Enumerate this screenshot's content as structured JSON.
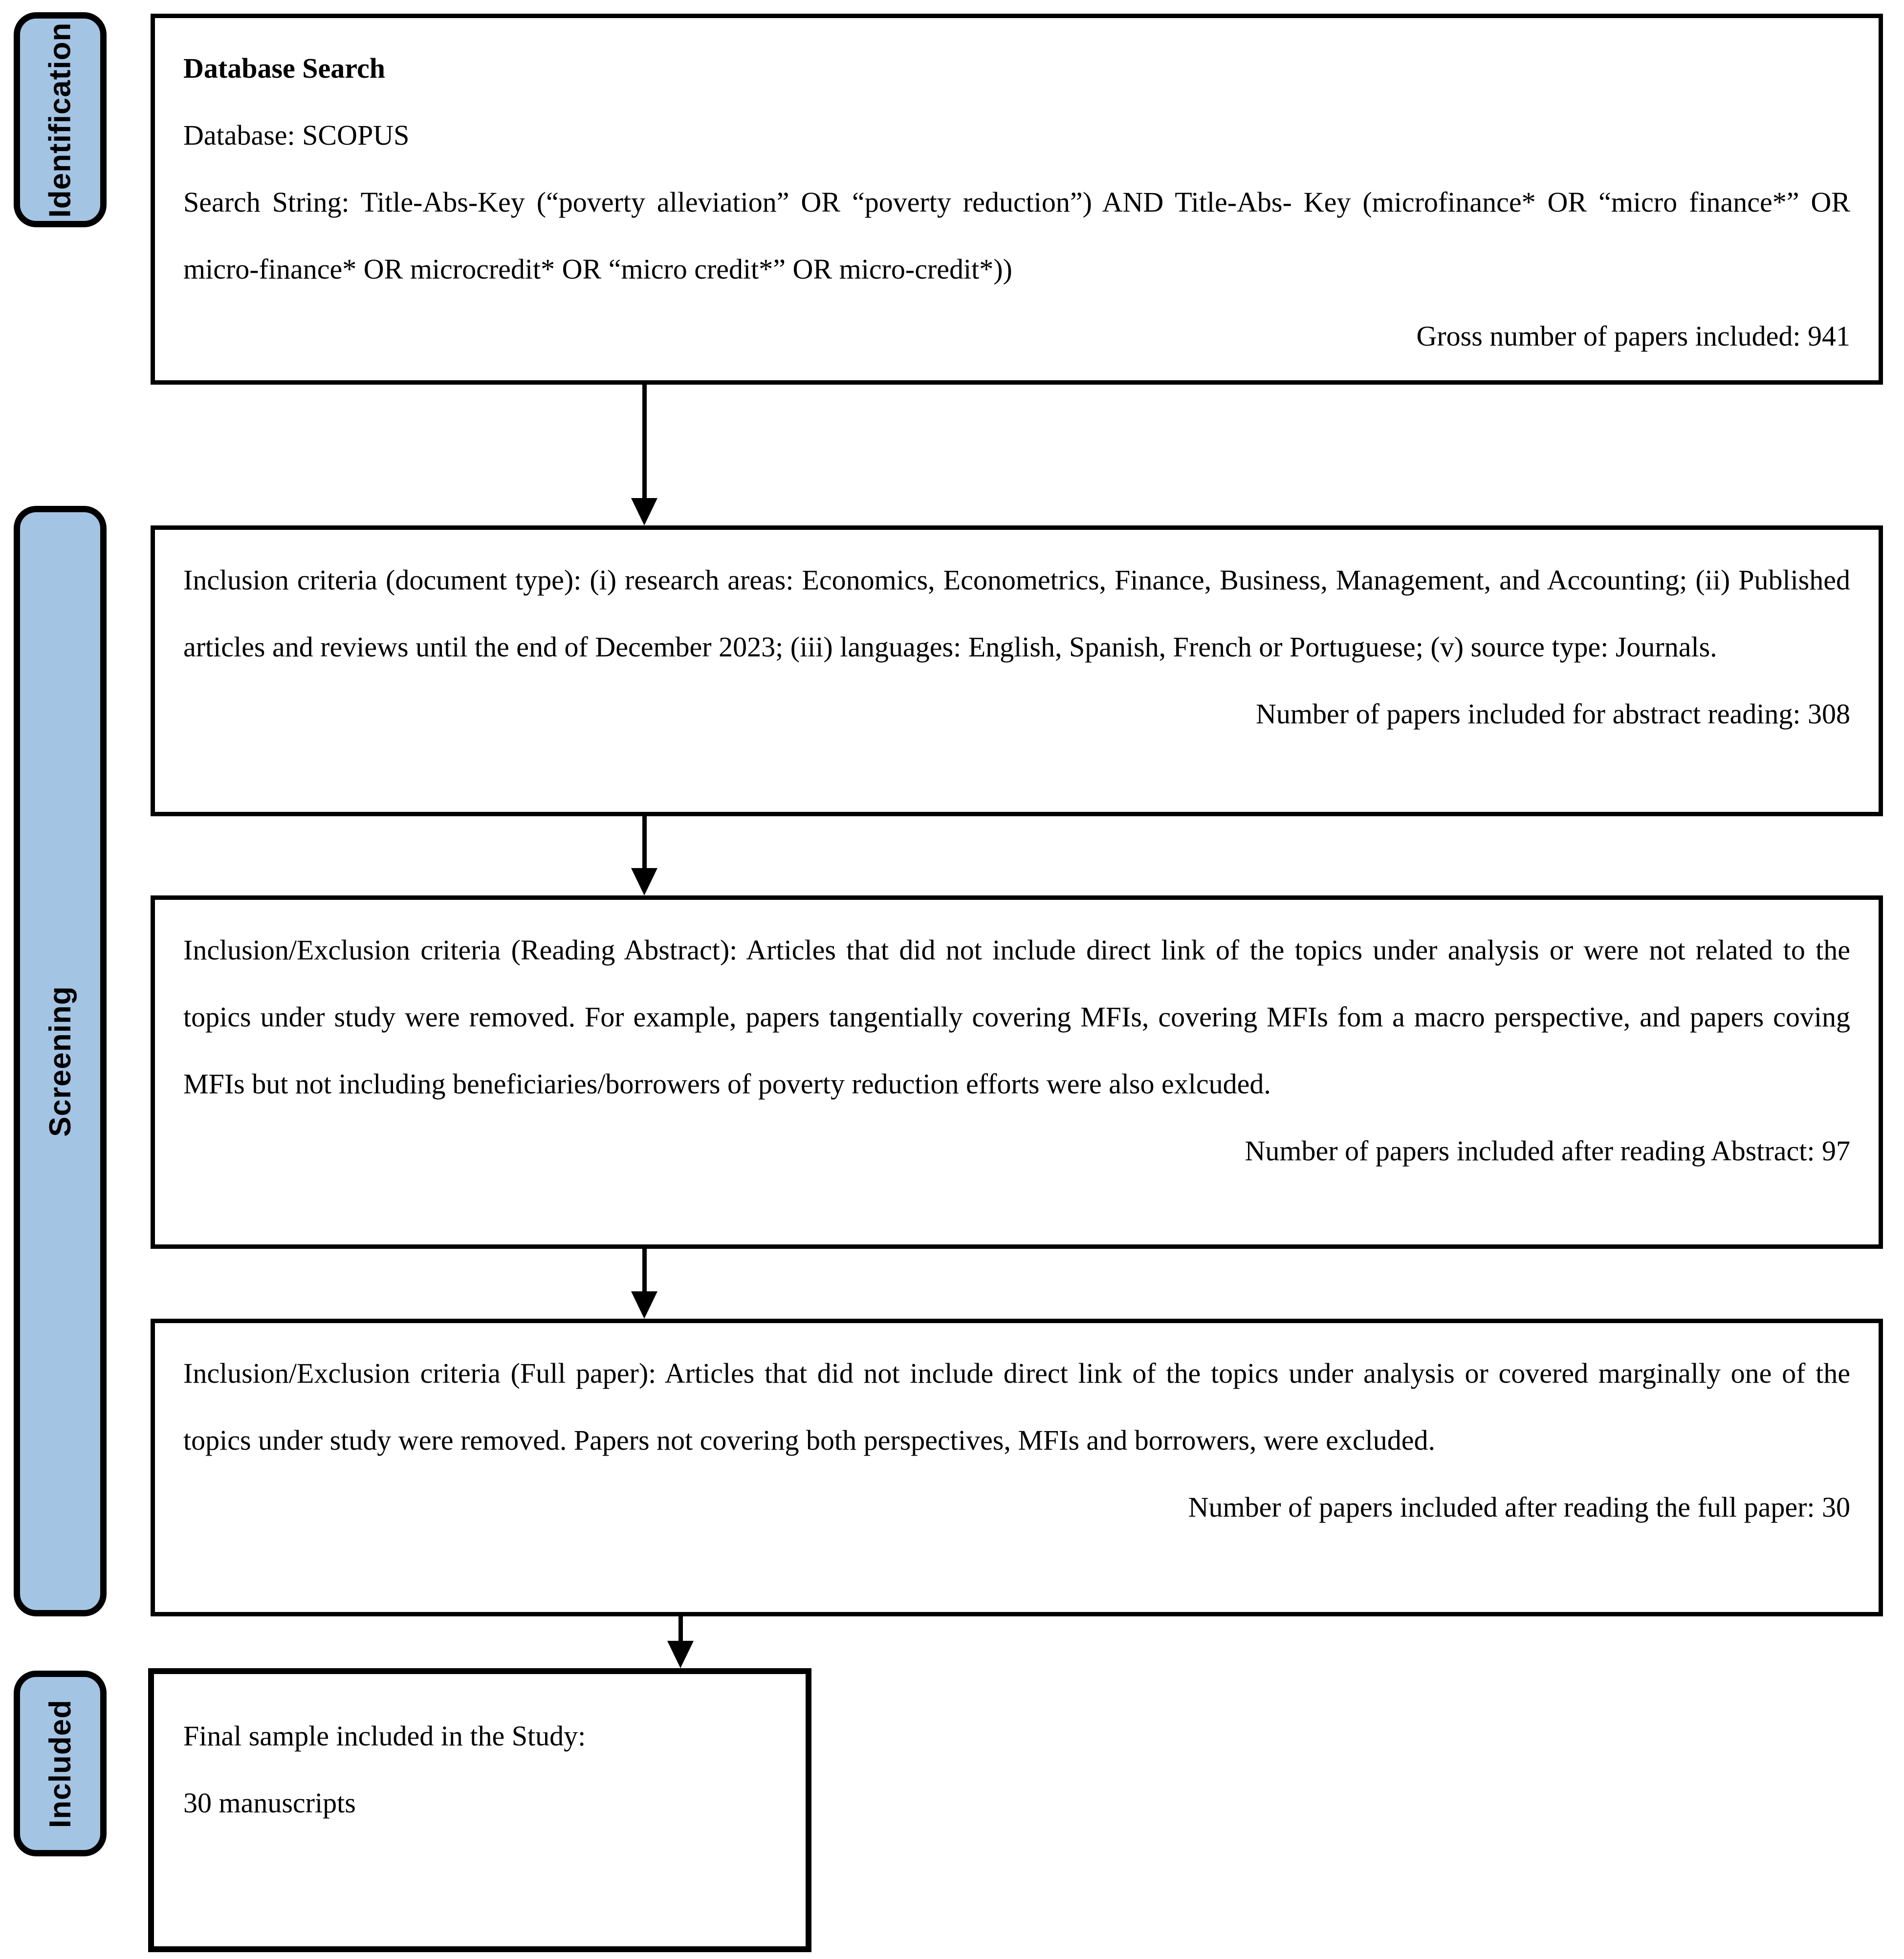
{
  "colors": {
    "stage_fill": "#A4C4E4",
    "stroke": "#000000"
  },
  "stage_labels": {
    "identification": "Identification",
    "screening": "Screening",
    "included": "Included"
  },
  "box1": {
    "title": "Database Search",
    "line_database": "Database: SCOPUS",
    "line_search": "Search String: Title-Abs-Key (“poverty alleviation” OR “poverty reduction”) AND Title-Abs- Key (microfinance* OR “micro finance*” OR micro-finance* OR microcredit* OR “micro credit*” OR micro-credit*))",
    "result": "Gross number of papers included: 941"
  },
  "box2": {
    "body": "Inclusion criteria (document type): (i) research areas: Economics, Econometrics, Finance, Business, Management, and Accounting; (ii) Published articles and reviews until the end of December 2023; (iii) languages: English, Spanish, French or Portuguese; (v) source type: Journals.",
    "result": "Number of papers included for abstract reading: 308"
  },
  "box3": {
    "body": "Inclusion/Exclusion criteria (Reading Abstract): Articles that did not include direct link of the topics under analysis or were not related to the topics under study were removed. For example, papers tangentially covering MFIs, covering MFIs fom a macro perspective, and papers coving MFIs but not including beneficiaries/borrowers of poverty reduction efforts were also exlcuded.",
    "result": "Number of papers included after reading Abstract: 97"
  },
  "box4": {
    "body": "Inclusion/Exclusion criteria (Full paper): Articles that did not include direct link of the topics under analysis or covered marginally one of the topics under study were removed. Papers not covering both perspectives, MFIs and borrowers, were excluded.",
    "result": "Number of papers included after reading the full paper: 30"
  },
  "box5": {
    "line1": "Final sample included in the Study:",
    "line2": "30 manuscripts"
  }
}
